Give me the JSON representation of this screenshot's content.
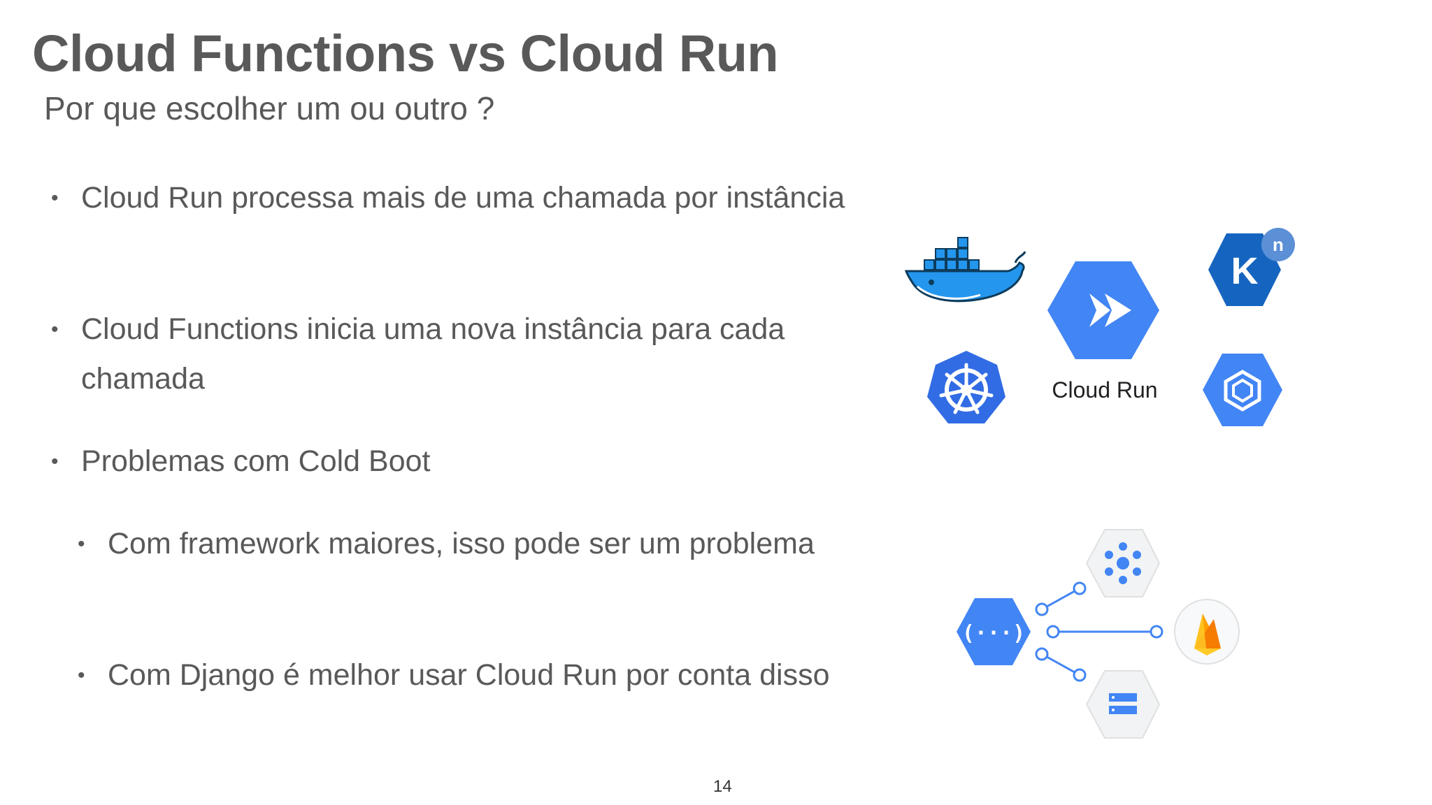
{
  "slide": {
    "title": "Cloud Functions vs Cloud Run",
    "subtitle": "Por que escolher um ou outro ?",
    "bullets": [
      {
        "text": "Cloud Run processa mais de uma chamada por instância",
        "level": 1
      },
      {
        "text": "Cloud Functions inicia uma nova instância para cada chamada",
        "level": 1
      },
      {
        "text": "Problemas com Cold Boot",
        "level": 1
      },
      {
        "text": "Com framework maiores, isso pode ser um problema",
        "level": 2
      },
      {
        "text": "Com Django é melhor usar Cloud Run por conta disso",
        "level": 2
      }
    ],
    "bullet_symbol": "•",
    "page_number": "14"
  },
  "graphics": {
    "cloud_run_label": "Cloud Run",
    "knative_badge": "n",
    "knative_letter": "K",
    "icons": [
      "docker-icon",
      "cloud-run-icon",
      "knative-icon",
      "kubernetes-icon",
      "gke-icon",
      "cloud-functions-icon",
      "pubsub-icon",
      "firebase-icon",
      "cloud-storage-icon"
    ]
  },
  "colors": {
    "text": "#595959",
    "google_blue": "#4285F4",
    "knative_blue": "#1565C0",
    "docker_blue": "#2496ED",
    "firebase_yellow": "#FFCA28",
    "firebase_orange": "#F57C00"
  }
}
